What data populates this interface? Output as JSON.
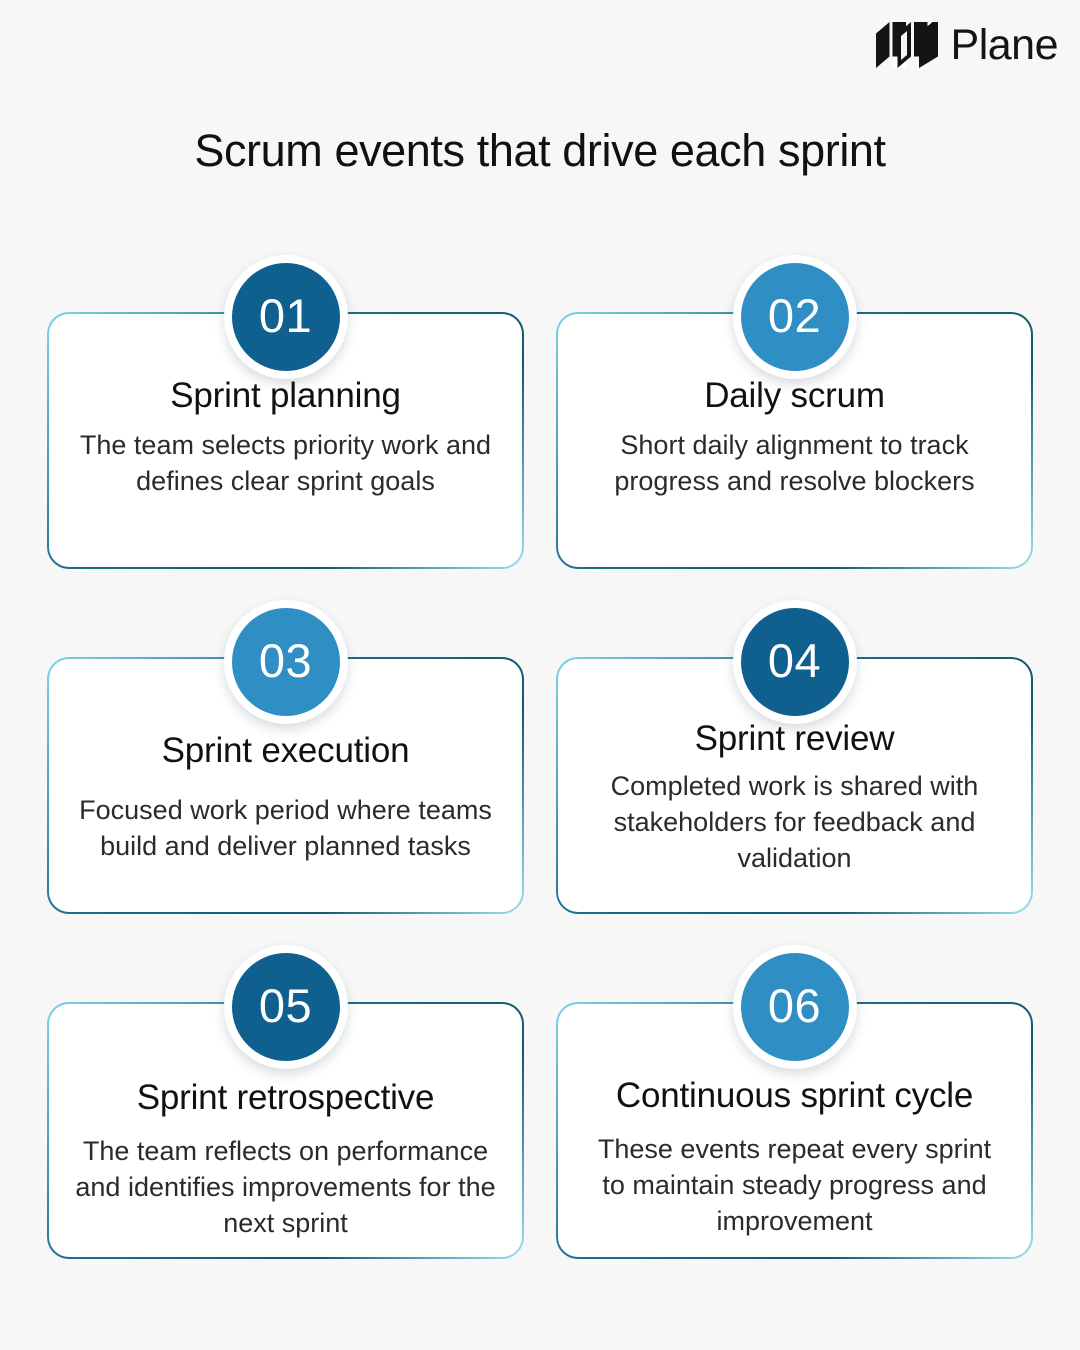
{
  "brand": {
    "name": "Plane",
    "mark": "plane-logo-icon"
  },
  "title": "Scrum events that drive each sprint",
  "colors": {
    "background": "#f7f7f7",
    "card_background": "#ffffff",
    "badge_dark": "#0f608f",
    "badge_light": "#2f8fc4",
    "border": "#1e6d8e",
    "heading": "#111111",
    "body": "#2b2b2b"
  },
  "cards": [
    {
      "number": "01",
      "badge_style": "dark",
      "heading": "Sprint planning",
      "body": "The team selects priority work and defines clear sprint goals"
    },
    {
      "number": "02",
      "badge_style": "light",
      "heading": "Daily scrum",
      "body": "Short daily alignment to track progress and resolve blockers"
    },
    {
      "number": "03",
      "badge_style": "light",
      "heading": "Sprint execution",
      "body": "Focused work period where teams build and deliver planned tasks"
    },
    {
      "number": "04",
      "badge_style": "dark",
      "heading": "Sprint review",
      "body": "Completed work is shared with stakeholders for feedback and validation"
    },
    {
      "number": "05",
      "badge_style": "dark",
      "heading": "Sprint retrospective",
      "body": "The team reflects on performance and identifies improvements for the next sprint"
    },
    {
      "number": "06",
      "badge_style": "light",
      "heading": "Continuous sprint cycle",
      "body": "These events repeat every sprint to maintain steady progress and improvement"
    }
  ]
}
